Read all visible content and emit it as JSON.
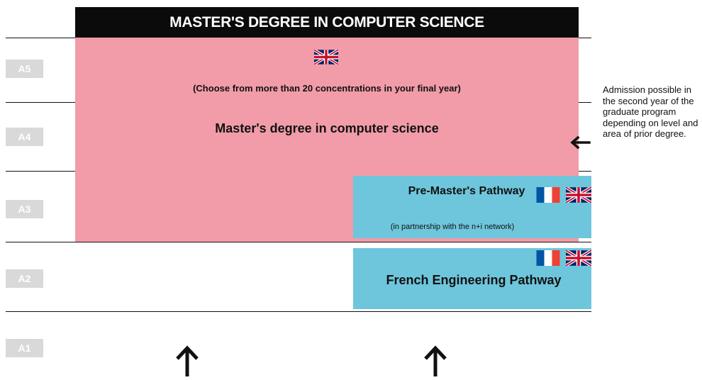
{
  "title": "MASTER'S DEGREE IN COMPUTER SCIENCE",
  "years": [
    "A5",
    "A4",
    "A3",
    "A2",
    "A1"
  ],
  "master_block": {
    "subtitle": "(Choose from more than 20 concentrations in your final year)",
    "name": "Master's degree in computer science",
    "languages": [
      "english-flag-icon"
    ]
  },
  "pre_master": {
    "title": "Pre-Master's Pathway",
    "note": "(in partnership with the n+i network)",
    "languages": [
      "french-flag-icon",
      "english-flag-icon"
    ]
  },
  "french_engineering": {
    "title": "French Engineering Pathway",
    "languages": [
      "french-flag-icon",
      "english-flag-icon"
    ]
  },
  "admission_note": "Admission possible in the second year of the graduate program depending on level and area of prior degree.",
  "colors": {
    "title_bar": "#0b0b0b",
    "master_block": "#f19ca8",
    "pathway_block": "#6ec6dc",
    "year_badge": "#d9d9d9"
  }
}
